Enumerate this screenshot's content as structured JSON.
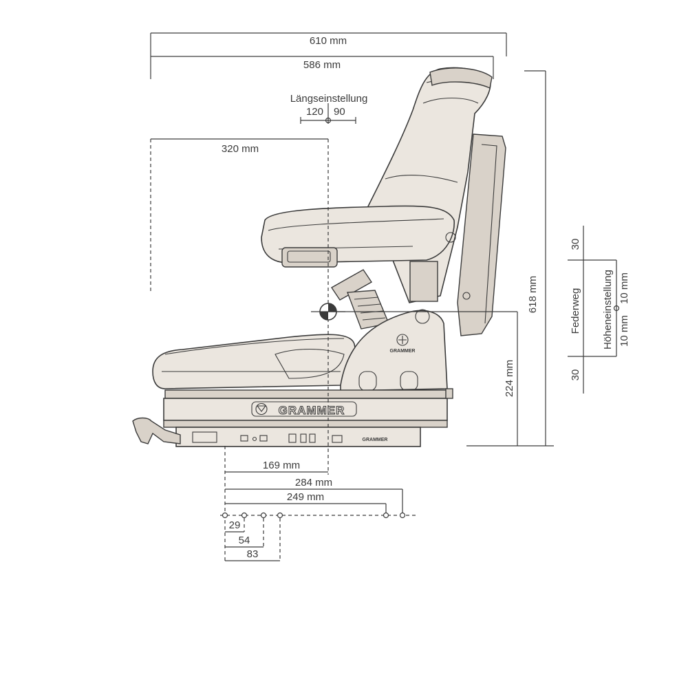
{
  "dimensions": {
    "overall_width": "610 mm",
    "seat_width": "586 mm",
    "longitudinal_adjustment": {
      "title": "Längseinstellung",
      "forward": "120",
      "backward": "90"
    },
    "reference_depth": "320 mm",
    "overall_height": "618 mm",
    "base_height": "224 mm",
    "mount_169": "169 mm",
    "mount_284": "284 mm",
    "mount_249": "249 mm",
    "hole_29": "29",
    "hole_54": "54",
    "hole_83": "83"
  },
  "suspension": {
    "travel_label": "Federweg",
    "travel_top": "30",
    "travel_bottom": "30",
    "height_label": "Höheneinstellung",
    "height_up": "10 mm",
    "height_down": "10 mm"
  },
  "brand": {
    "base_logo": "GRAMMER",
    "side_logo": "GRAMMER",
    "plate_logo": "GRAMMER"
  }
}
